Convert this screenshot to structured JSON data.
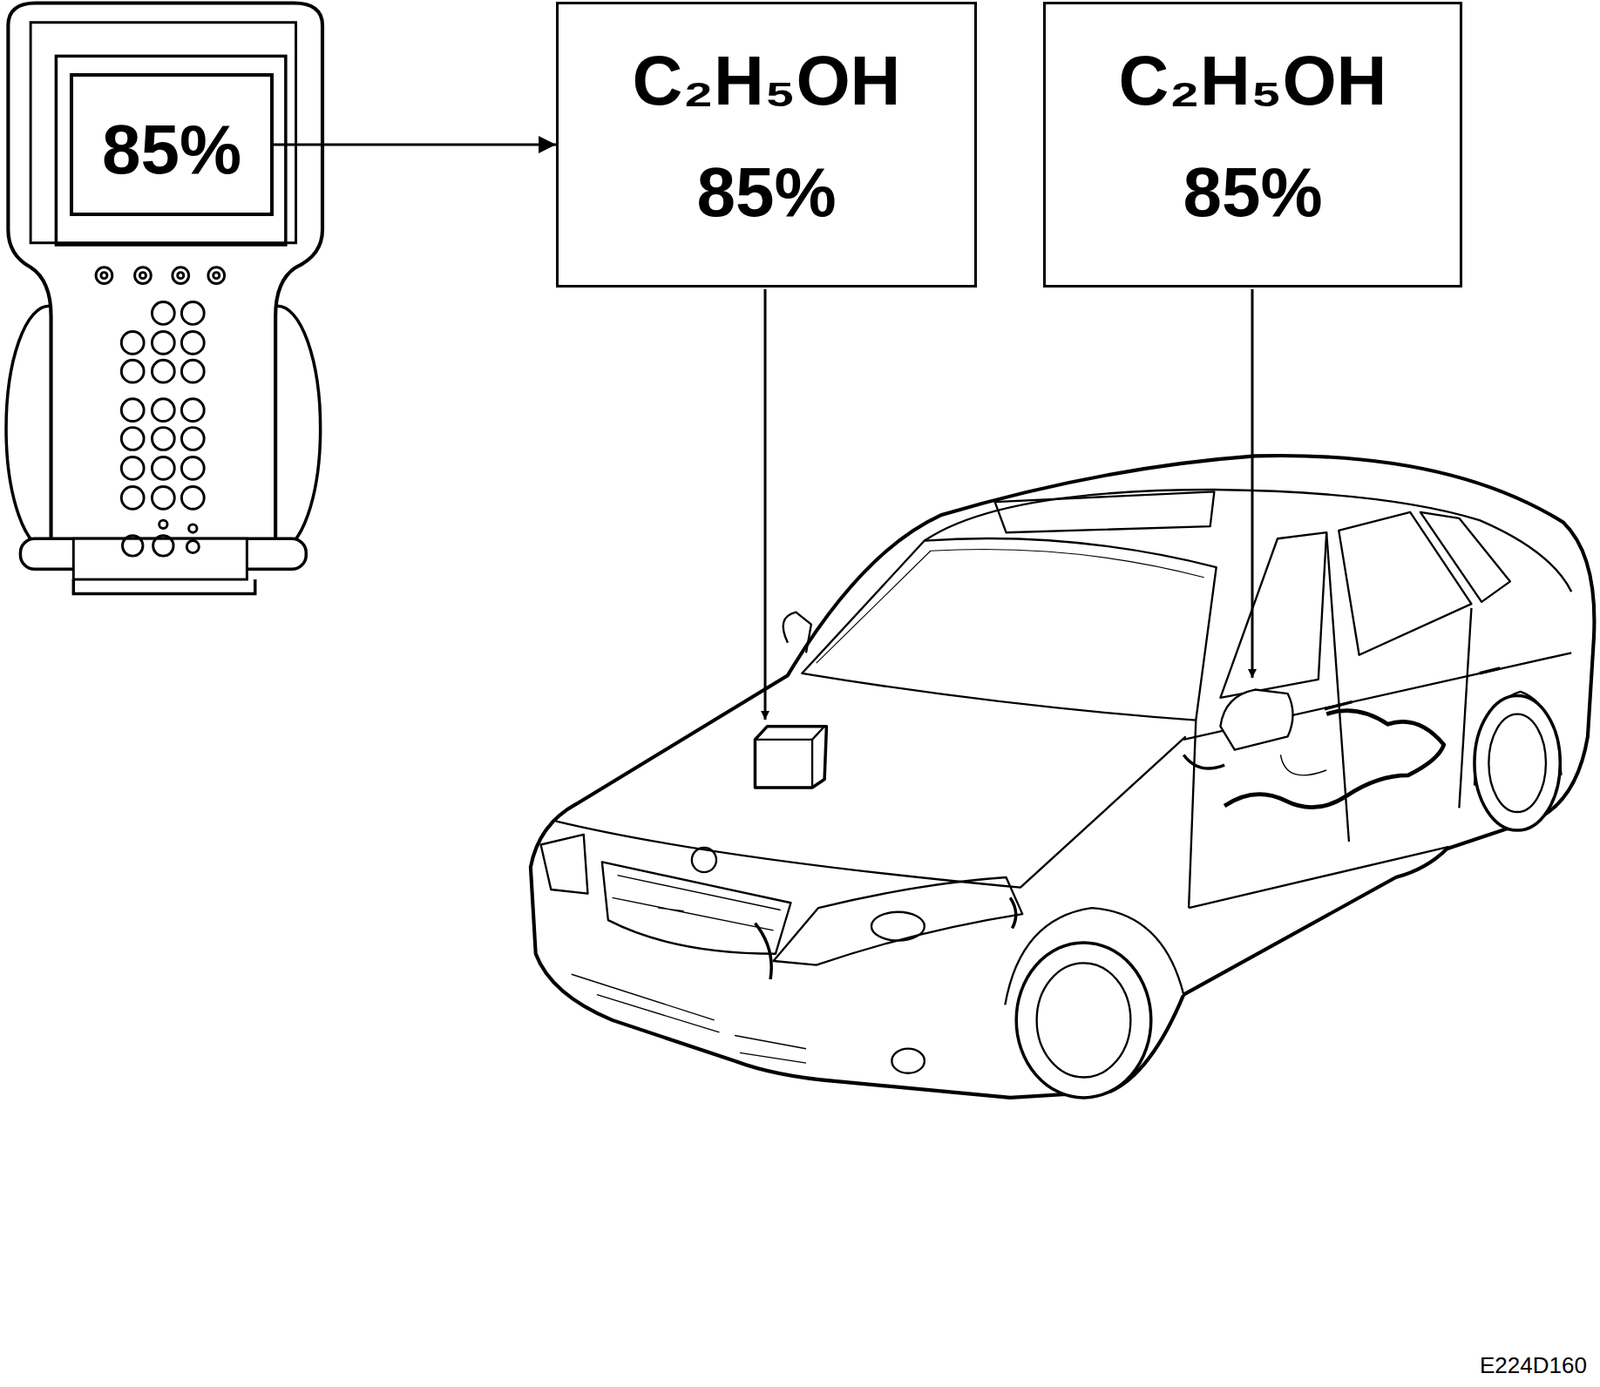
{
  "diagram": {
    "nodes": [
      {
        "text": [
          "85%"
        ]
      },
      {
        "text": [
          "C₂H₅OH",
          "85%"
        ]
      },
      {
        "text": [
          "C₂H₅OH",
          "85%"
        ]
      }
    ],
    "edges": [
      {
        "from": 0,
        "to": 1,
        "arrow": "to"
      }
    ],
    "labels": [
      "E224D160"
    ]
  }
}
